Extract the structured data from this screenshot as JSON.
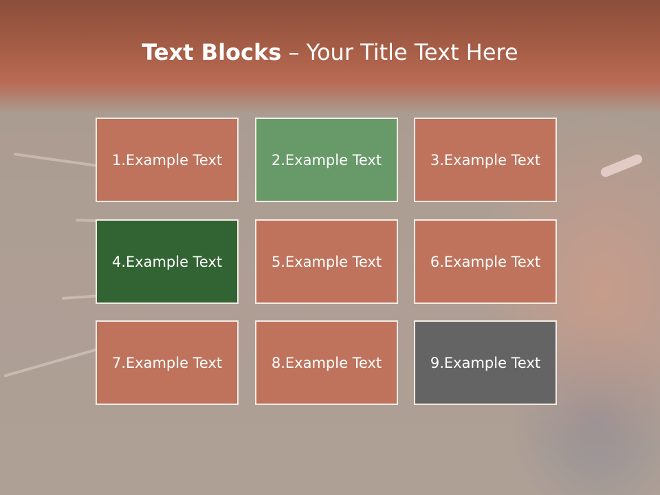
{
  "slide": {
    "title_bold": "Text Blocks",
    "title_rest": " – Your Title Text Here"
  },
  "tiles": [
    {
      "label": "1.Example Text",
      "color": "#bf735c"
    },
    {
      "label": "2.Example Text",
      "color": "#679a68"
    },
    {
      "label": "3.Example Text",
      "color": "#bf735c"
    },
    {
      "label": "4.Example Text",
      "color": "#326433"
    },
    {
      "label": "5.Example Text",
      "color": "#bf735c"
    },
    {
      "label": "6.Example Text",
      "color": "#bf735c"
    },
    {
      "label": "7.Example Text",
      "color": "#bf735c"
    },
    {
      "label": "8.Example Text",
      "color": "#bf735c"
    },
    {
      "label": "9.Example Text",
      "color": "#646464"
    }
  ]
}
